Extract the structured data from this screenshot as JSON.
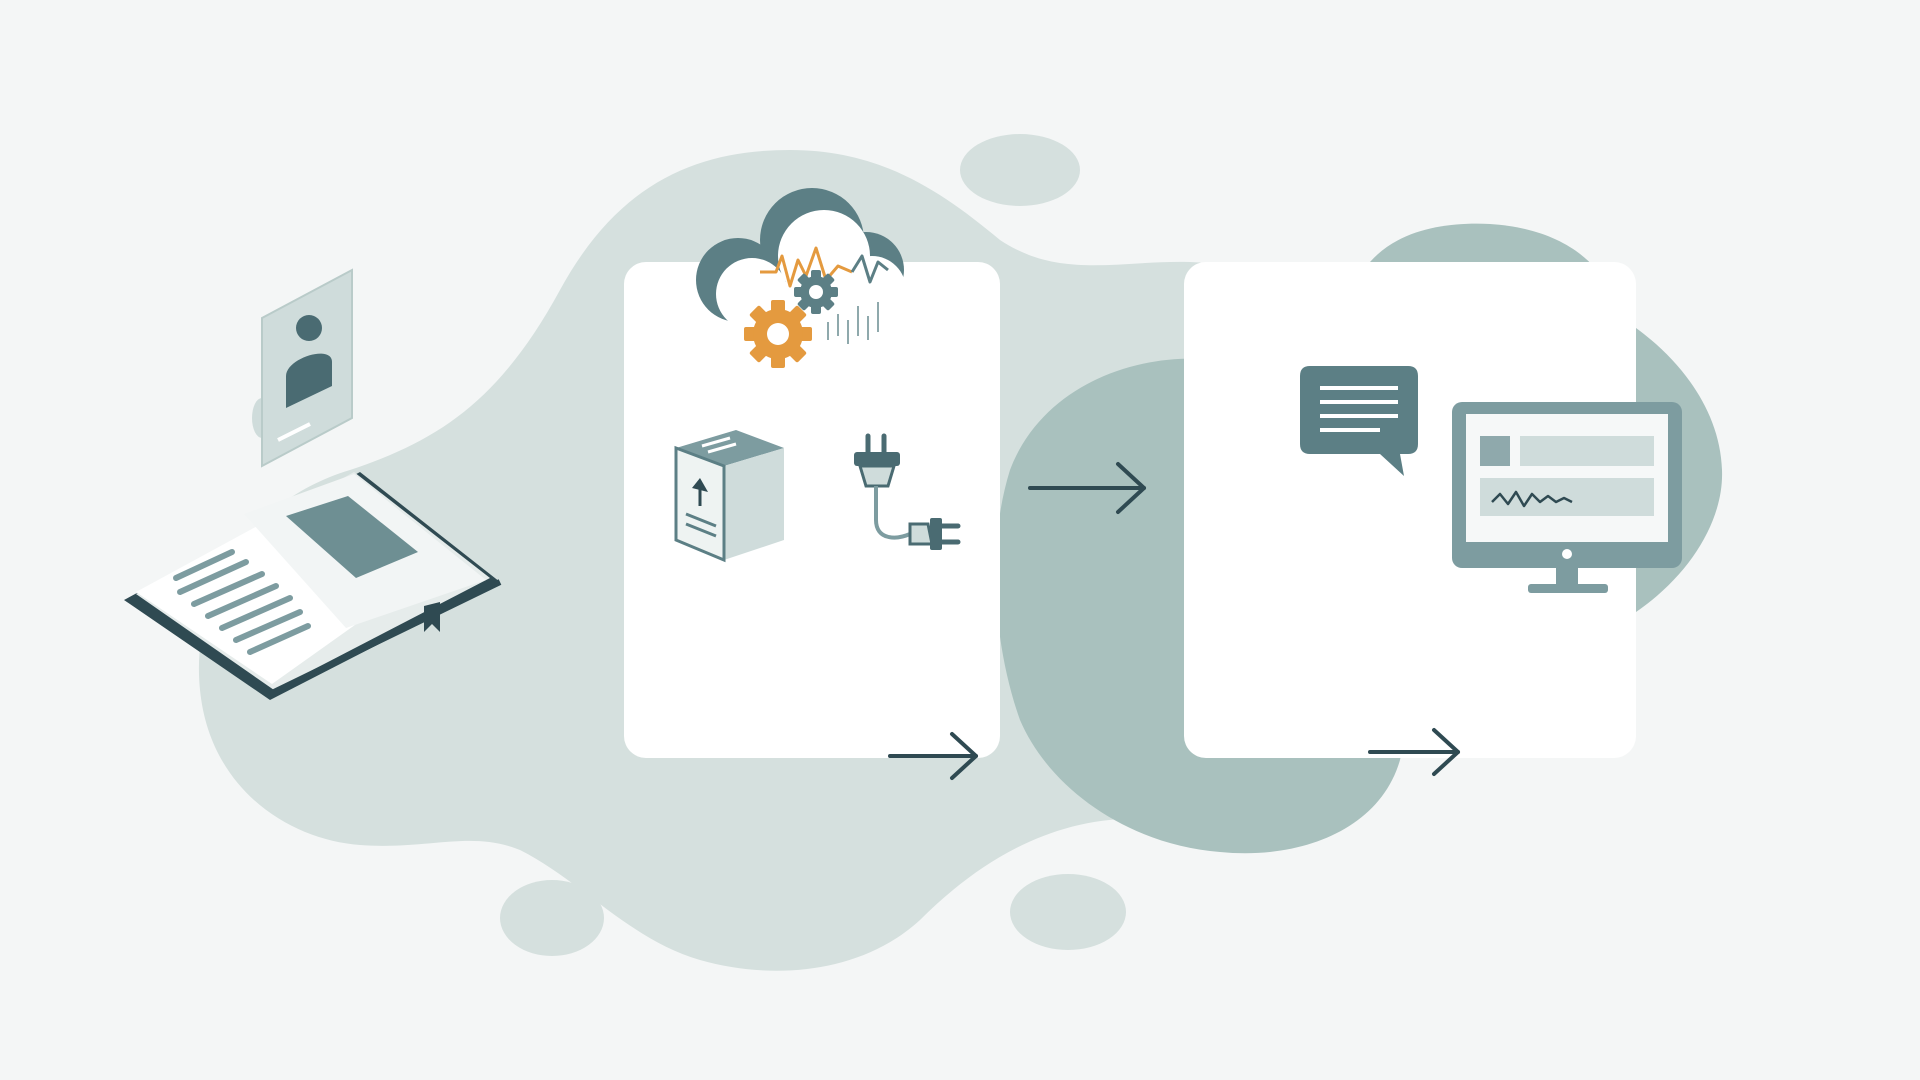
{
  "diagram": {
    "kind": "process-flow illustration",
    "palette": {
      "background": "#f4f6f6",
      "blob_light": "#d5e0de",
      "blob_dark": "#a9c1be",
      "panel": "#ffffff",
      "icon_dark": "#5c7f85",
      "icon_mid": "#7d9ca0",
      "icon_light": "#cfdcdb",
      "ink": "#2f4a52",
      "accent": "#e49a3f"
    },
    "stages": [
      {
        "name": "source-documents",
        "icons": [
          "open-book-icon",
          "profile-card-icon"
        ]
      },
      {
        "name": "processing",
        "icons": [
          "cloud-icon",
          "gear-icon",
          "signal-wave-icon",
          "package-box-icon",
          "plug-connector-icon"
        ]
      },
      {
        "name": "output",
        "icons": [
          "chat-bubble-icon",
          "monitor-icon"
        ]
      }
    ],
    "connectors": [
      "arrow-1",
      "arrow-2",
      "arrow-3"
    ]
  }
}
